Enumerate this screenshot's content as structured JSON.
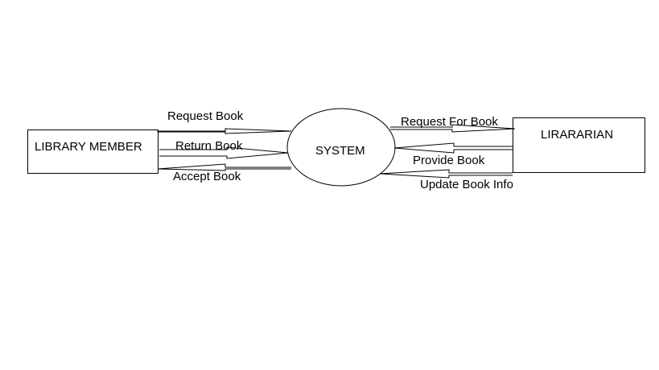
{
  "entities": {
    "library_member": "LIBRARY MEMBER",
    "librarian": "LIRARARIAN"
  },
  "process": {
    "system": "SYSTEM"
  },
  "flows": {
    "request_book": "Request Book",
    "return_book": "Return Book",
    "accept_book": "Accept Book",
    "request_for_book": "Request For Book",
    "provide_book": "Provide Book",
    "update_book_info": "Update Book Info"
  },
  "colors": {
    "stroke": "#000000",
    "background": "#ffffff"
  }
}
